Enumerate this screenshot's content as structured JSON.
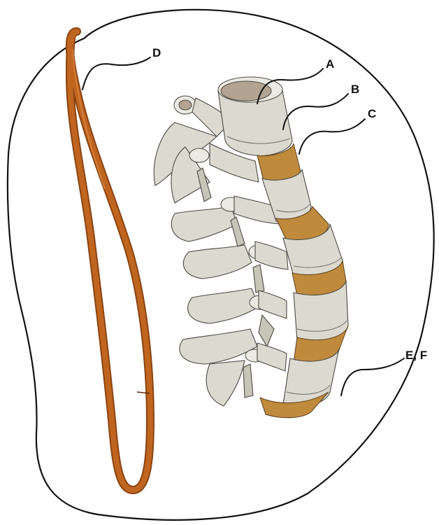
{
  "labels": {
    "a": "A",
    "b": "B",
    "c": "C",
    "d": "D",
    "ef": "E, F"
  },
  "colors": {
    "band": "#c0651f",
    "band_shadow": "#8a4412",
    "bone": "#dcdad0",
    "disc": "#c08a3c",
    "outline": "#111111"
  }
}
